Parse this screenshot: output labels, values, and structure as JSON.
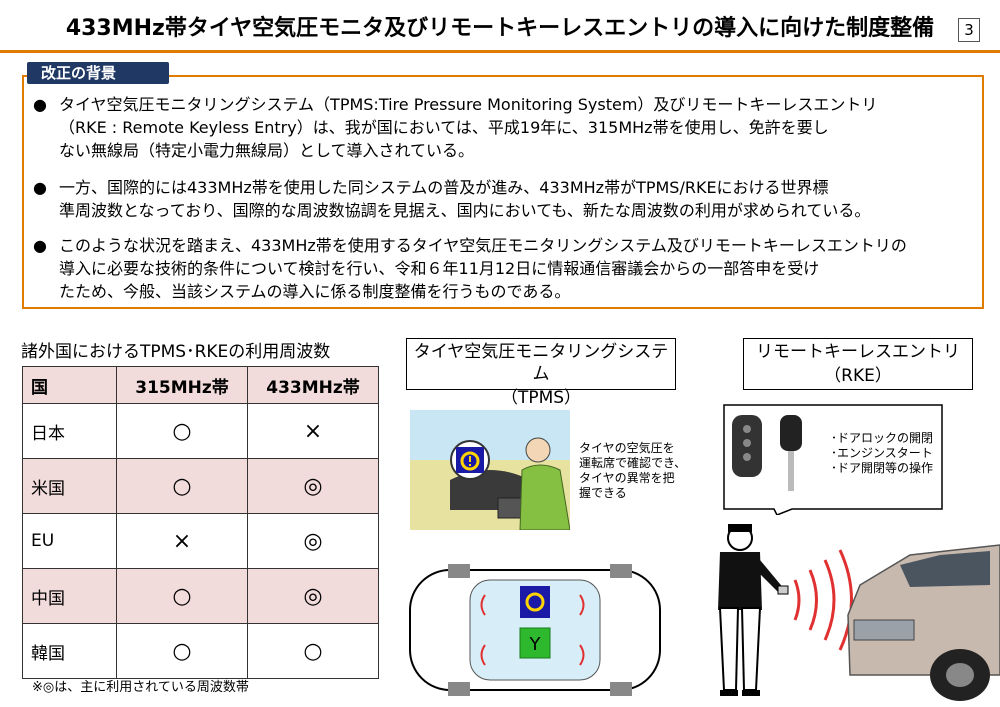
{
  "header": {
    "title": "433MHz帯タイヤ空気圧モニタ及びリモートキーレスエントリの導入に向けた制度整備",
    "page_number": "3"
  },
  "background": {
    "label": "改正の背景",
    "bullets": [
      {
        "symbol": "●",
        "lines": [
          "タイヤ空気圧モニタリングシステム（TPMS:Tire Pressure Monitoring System）及びリモートキーレスエントリ",
          "（RKE : Remote Keyless Entry）は、我が国においては、平成19年に、315MHz帯を使用し、免許を要し",
          "ない無線局（特定小電力無線局）として導入されている。"
        ]
      },
      {
        "symbol": "●",
        "lines": [
          "一方、国際的には433MHz帯を使用した同システムの普及が進み、433MHz帯がTPMS/RKEにおける世界標",
          "準周波数となっており、国際的な周波数協調を見据え、国内においても、新たな周波数の利用が求められている。"
        ]
      },
      {
        "symbol": "●",
        "lines": [
          "このような状況を踏まえ、433MHz帯を使用するタイヤ空気圧モニタリングシステム及びリモートキーレスエントリの",
          "導入に必要な技術的条件について検討を行い、令和６年11月12日に情報通信審議会からの一部答申を受け",
          "たため、今般、当該システムの導入に係る制度整備を行うものである。"
        ]
      }
    ]
  },
  "freq_table": {
    "caption": "諸外国におけるTPMS･RKEの利用周波数",
    "headers": [
      "国",
      "315MHz帯",
      "433MHz帯"
    ],
    "rows": [
      {
        "country": "日本",
        "f315": "○",
        "f433": "×"
      },
      {
        "country": "米国",
        "f315": "○",
        "f433": "◎"
      },
      {
        "country": "EU",
        "f315": "×",
        "f433": "◎"
      },
      {
        "country": "中国",
        "f315": "○",
        "f433": "◎"
      },
      {
        "country": "韓国",
        "f315": "○",
        "f433": "○"
      }
    ],
    "note": "※◎は、主に利用されている周波数帯"
  },
  "tpms": {
    "label_line1": "タイヤ空気圧モニタリングシステム",
    "label_line2": "（TPMS）",
    "description": [
      "タイヤの空気圧を",
      "運転席で確認でき、",
      "タイヤの異常を把",
      "握できる"
    ]
  },
  "rke": {
    "label_line1": "リモートキーレスエントリ",
    "label_line2": "（RKE）",
    "features": [
      "･ドアロックの開閉",
      "･エンジンスタート",
      "･ドア開閉等の操作"
    ]
  },
  "colors": {
    "accent_orange": "#e07b00",
    "label_navy": "#1f3864",
    "table_pink": "#f2dcdb",
    "tpms_screen_blue": "#1a1aa6",
    "tpms_icon_yellow": "#ffd400",
    "antenna_green": "#2eb82e",
    "signal_red": "#e03030"
  }
}
